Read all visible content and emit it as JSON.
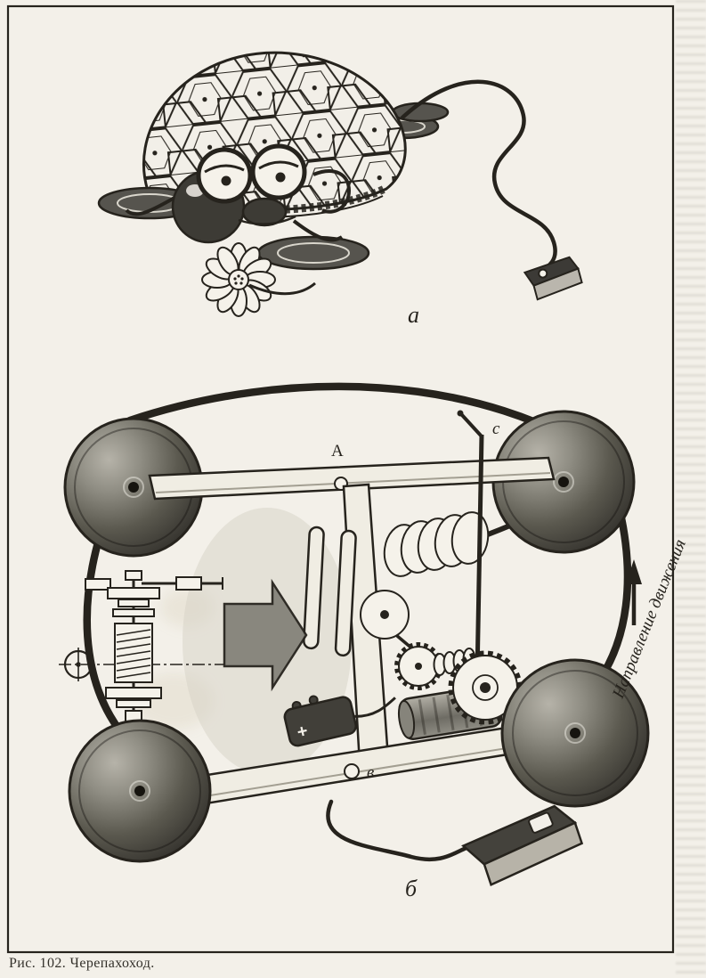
{
  "page": {
    "caption": "Рис. 102. Черепахоход."
  },
  "figure": {
    "label_top": "а",
    "label_bottom": "б",
    "point_labels": {
      "A": "А",
      "B": "в",
      "C": "с"
    },
    "direction_label": "Направление движения",
    "battery_plus": "+"
  },
  "colors": {
    "paper": "#f3f0e9",
    "ink": "#26231d",
    "wheel_dark": "#55534d",
    "bar_light": "#f0ede3",
    "arrow_gray": "#85837a"
  }
}
